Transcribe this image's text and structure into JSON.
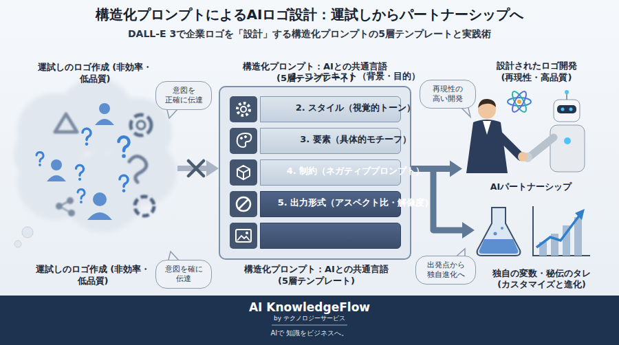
{
  "diagram": {
    "title": "構造化プロンプトによるAIロゴ設計：運試しからパートナーシップへ",
    "nodes": [
      {
        "text": [
          "運試しのロゴ作成 (非効率・低品質)"
        ]
      },
      {
        "text": [
          "意図を 正確に伝達"
        ]
      },
      {
        "text": [
          "構造化プロンプト：AIとの共通言語 (5層テンプレート)"
        ]
      },
      {
        "text": [
          "1. コンテキスト（背景・目的）"
        ],
        "in": 2
      },
      {
        "text": [
          "2. スタイル（視覚的トーン）"
        ],
        "in": 2
      },
      {
        "text": [
          "3. 要素（具体的モチーフ）"
        ],
        "in": 2
      },
      {
        "text": [
          "4. 制約（ネガティブプロンプト）"
        ],
        "in": 2
      },
      {
        "text": [
          "5. 出力形式（アスペクト比・解像度）"
        ],
        "in": 2
      },
      {
        "text": [
          "再現性の 高い開発"
        ]
      },
      {
        "text": [
          "AIパートナーシップ"
        ]
      },
      {
        "text": [
          "独自の変数・秘伝のタレ (カスタマイズと進化)"
        ]
      },
      {
        "text": [
          "意図を確に 伝達"
        ]
      },
      {
        "text": [
          "出発点から 独自進化へ"
        ]
      }
    ],
    "edges": [
      {
        "from": 0,
        "to": 2,
        "arrow": "to"
      },
      {
        "from": 2,
        "to": 9,
        "arrow": "to"
      },
      {
        "from": 2,
        "to": 10,
        "arrow": "to"
      }
    ],
    "labels": [
      "DALL-E 3で企業ロゴを「設計」する構造化プロンプトの5層テンプレートと実践術",
      "設計されたロゴ開発 (再現性・高品質)",
      "運試しのロゴ作成 (非効率・低品質)",
      "構造化プロンプト：AIとの共通言語 (5層テンプレート)",
      "AI KnowledgeFlow",
      "by テクノロジーサービス",
      "AIで 知識をビジネスへ。"
    ]
  }
}
